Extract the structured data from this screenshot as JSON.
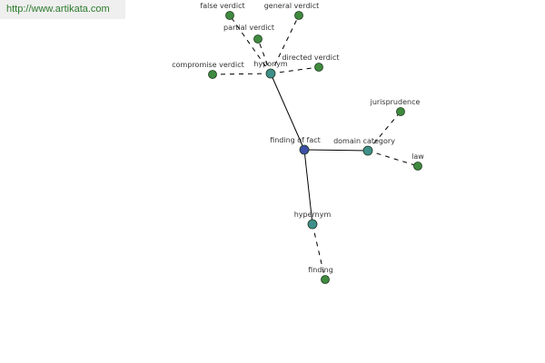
{
  "watermark": {
    "text": "http://www.artikata.com"
  },
  "colors": {
    "center": "#3d4fa8",
    "relation": "#3f8f8b",
    "leaf": "#3f8a3f",
    "edge": "#000000"
  },
  "nodes": {
    "finding_of_fact": {
      "label": "finding of fact",
      "kind": "center"
    },
    "hyponym": {
      "label": "hyponym",
      "kind": "relation"
    },
    "domain_category": {
      "label": "domain category",
      "kind": "relation"
    },
    "hypernym": {
      "label": "hypernym",
      "kind": "relation"
    },
    "false_verdict": {
      "label": "false verdict",
      "kind": "leaf"
    },
    "general_verdict": {
      "label": "general verdict",
      "kind": "leaf"
    },
    "partial_verdict": {
      "label": "partial verdict",
      "kind": "leaf"
    },
    "directed_verdict": {
      "label": "directed verdict",
      "kind": "leaf"
    },
    "compromise_verdict": {
      "label": "compromise verdict",
      "kind": "leaf"
    },
    "jurisprudence": {
      "label": "jurisprudence",
      "kind": "leaf"
    },
    "law": {
      "label": "law",
      "kind": "leaf"
    },
    "finding": {
      "label": "finding",
      "kind": "leaf"
    }
  },
  "edges": [
    {
      "from": "finding_of_fact",
      "to": "hyponym",
      "style": "solid"
    },
    {
      "from": "finding_of_fact",
      "to": "domain_category",
      "style": "solid"
    },
    {
      "from": "finding_of_fact",
      "to": "hypernym",
      "style": "solid"
    },
    {
      "from": "hyponym",
      "to": "false_verdict",
      "style": "dashed"
    },
    {
      "from": "hyponym",
      "to": "general_verdict",
      "style": "dashed"
    },
    {
      "from": "hyponym",
      "to": "partial_verdict",
      "style": "dashed"
    },
    {
      "from": "hyponym",
      "to": "directed_verdict",
      "style": "dashed"
    },
    {
      "from": "hyponym",
      "to": "compromise_verdict",
      "style": "dashed"
    },
    {
      "from": "domain_category",
      "to": "jurisprudence",
      "style": "dashed"
    },
    {
      "from": "domain_category",
      "to": "law",
      "style": "dashed"
    },
    {
      "from": "hypernym",
      "to": "finding",
      "style": "dashed"
    }
  ]
}
